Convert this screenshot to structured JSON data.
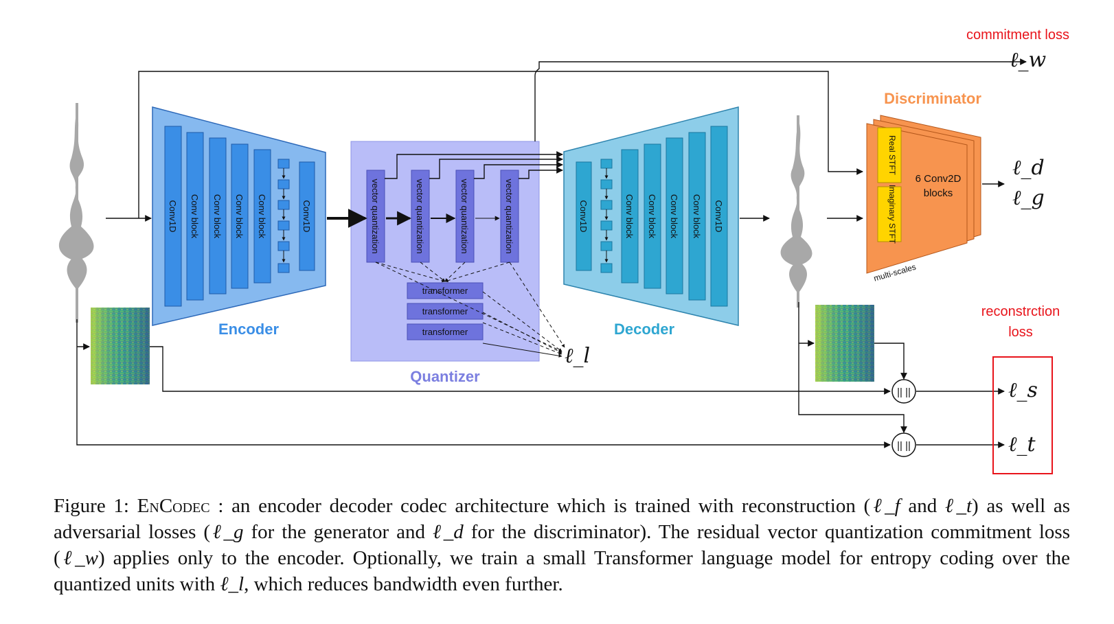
{
  "diagram": {
    "annotations": {
      "commitment": "commitment loss",
      "reconstruction_line1": "reconstrction",
      "reconstruction_line2": "loss"
    },
    "encoder": {
      "title": "Encoder",
      "layers": [
        "Conv1D",
        "Conv block",
        "Conv block",
        "Conv block",
        "Conv block",
        "Conv1D"
      ]
    },
    "quantizer": {
      "title": "Quantizer",
      "vq_label": "vector quantization",
      "transformers": [
        "transformer",
        "transformer",
        "transformer"
      ]
    },
    "decoder": {
      "title": "Decoder",
      "layers": [
        "Conv1D",
        "Conv block",
        "Conv block",
        "Conv block",
        "Conv block",
        "Conv1D"
      ]
    },
    "discriminator": {
      "title": "Discriminator",
      "stft_real": "Real STFT",
      "stft_imag": "Imaginary STFT",
      "blocks": "6 Conv2D",
      "blocks2": "blocks",
      "multiscale": "multi-scales"
    },
    "losses": {
      "w": "ℓ_w",
      "d": "ℓ_d",
      "g": "ℓ_g",
      "l": "ℓ_l",
      "s": "ℓ_s",
      "t": "ℓ_t"
    },
    "norm_symbol": "||  ||",
    "colors": {
      "encoder": "#86B9EF",
      "encoder_blocks": "#3A8EE6",
      "decoder": "#8DCDE9",
      "decoder_blocks": "#2EA6D1",
      "quantizer": "#B9BDF8",
      "quantizer_blocks": "#6E73DD",
      "discriminator": "#F7944F",
      "stft": "#FFD400",
      "annotation": "#E8131A"
    }
  },
  "caption": {
    "prefix": "Figure 1:",
    "name": "EnCodec",
    "p1": " : an encoder decoder codec architecture which is trained with reconstruction (",
    "lf": "ℓ_f",
    "p2": " and ",
    "lt": "ℓ_t",
    "p3": ") as well as adversarial losses (",
    "lg": "ℓ_g",
    "p4": " for the generator and ",
    "ld": "ℓ_d",
    "p5": " for the discriminator). The residual vector quantization commitment loss (",
    "lw": "ℓ_w",
    "p6": ") applies only to the encoder. Optionally, we train a small Transformer language model for entropy coding over the quantized units with ",
    "ll": "ℓ_l",
    "p7": ", which reduces bandwidth even further."
  }
}
